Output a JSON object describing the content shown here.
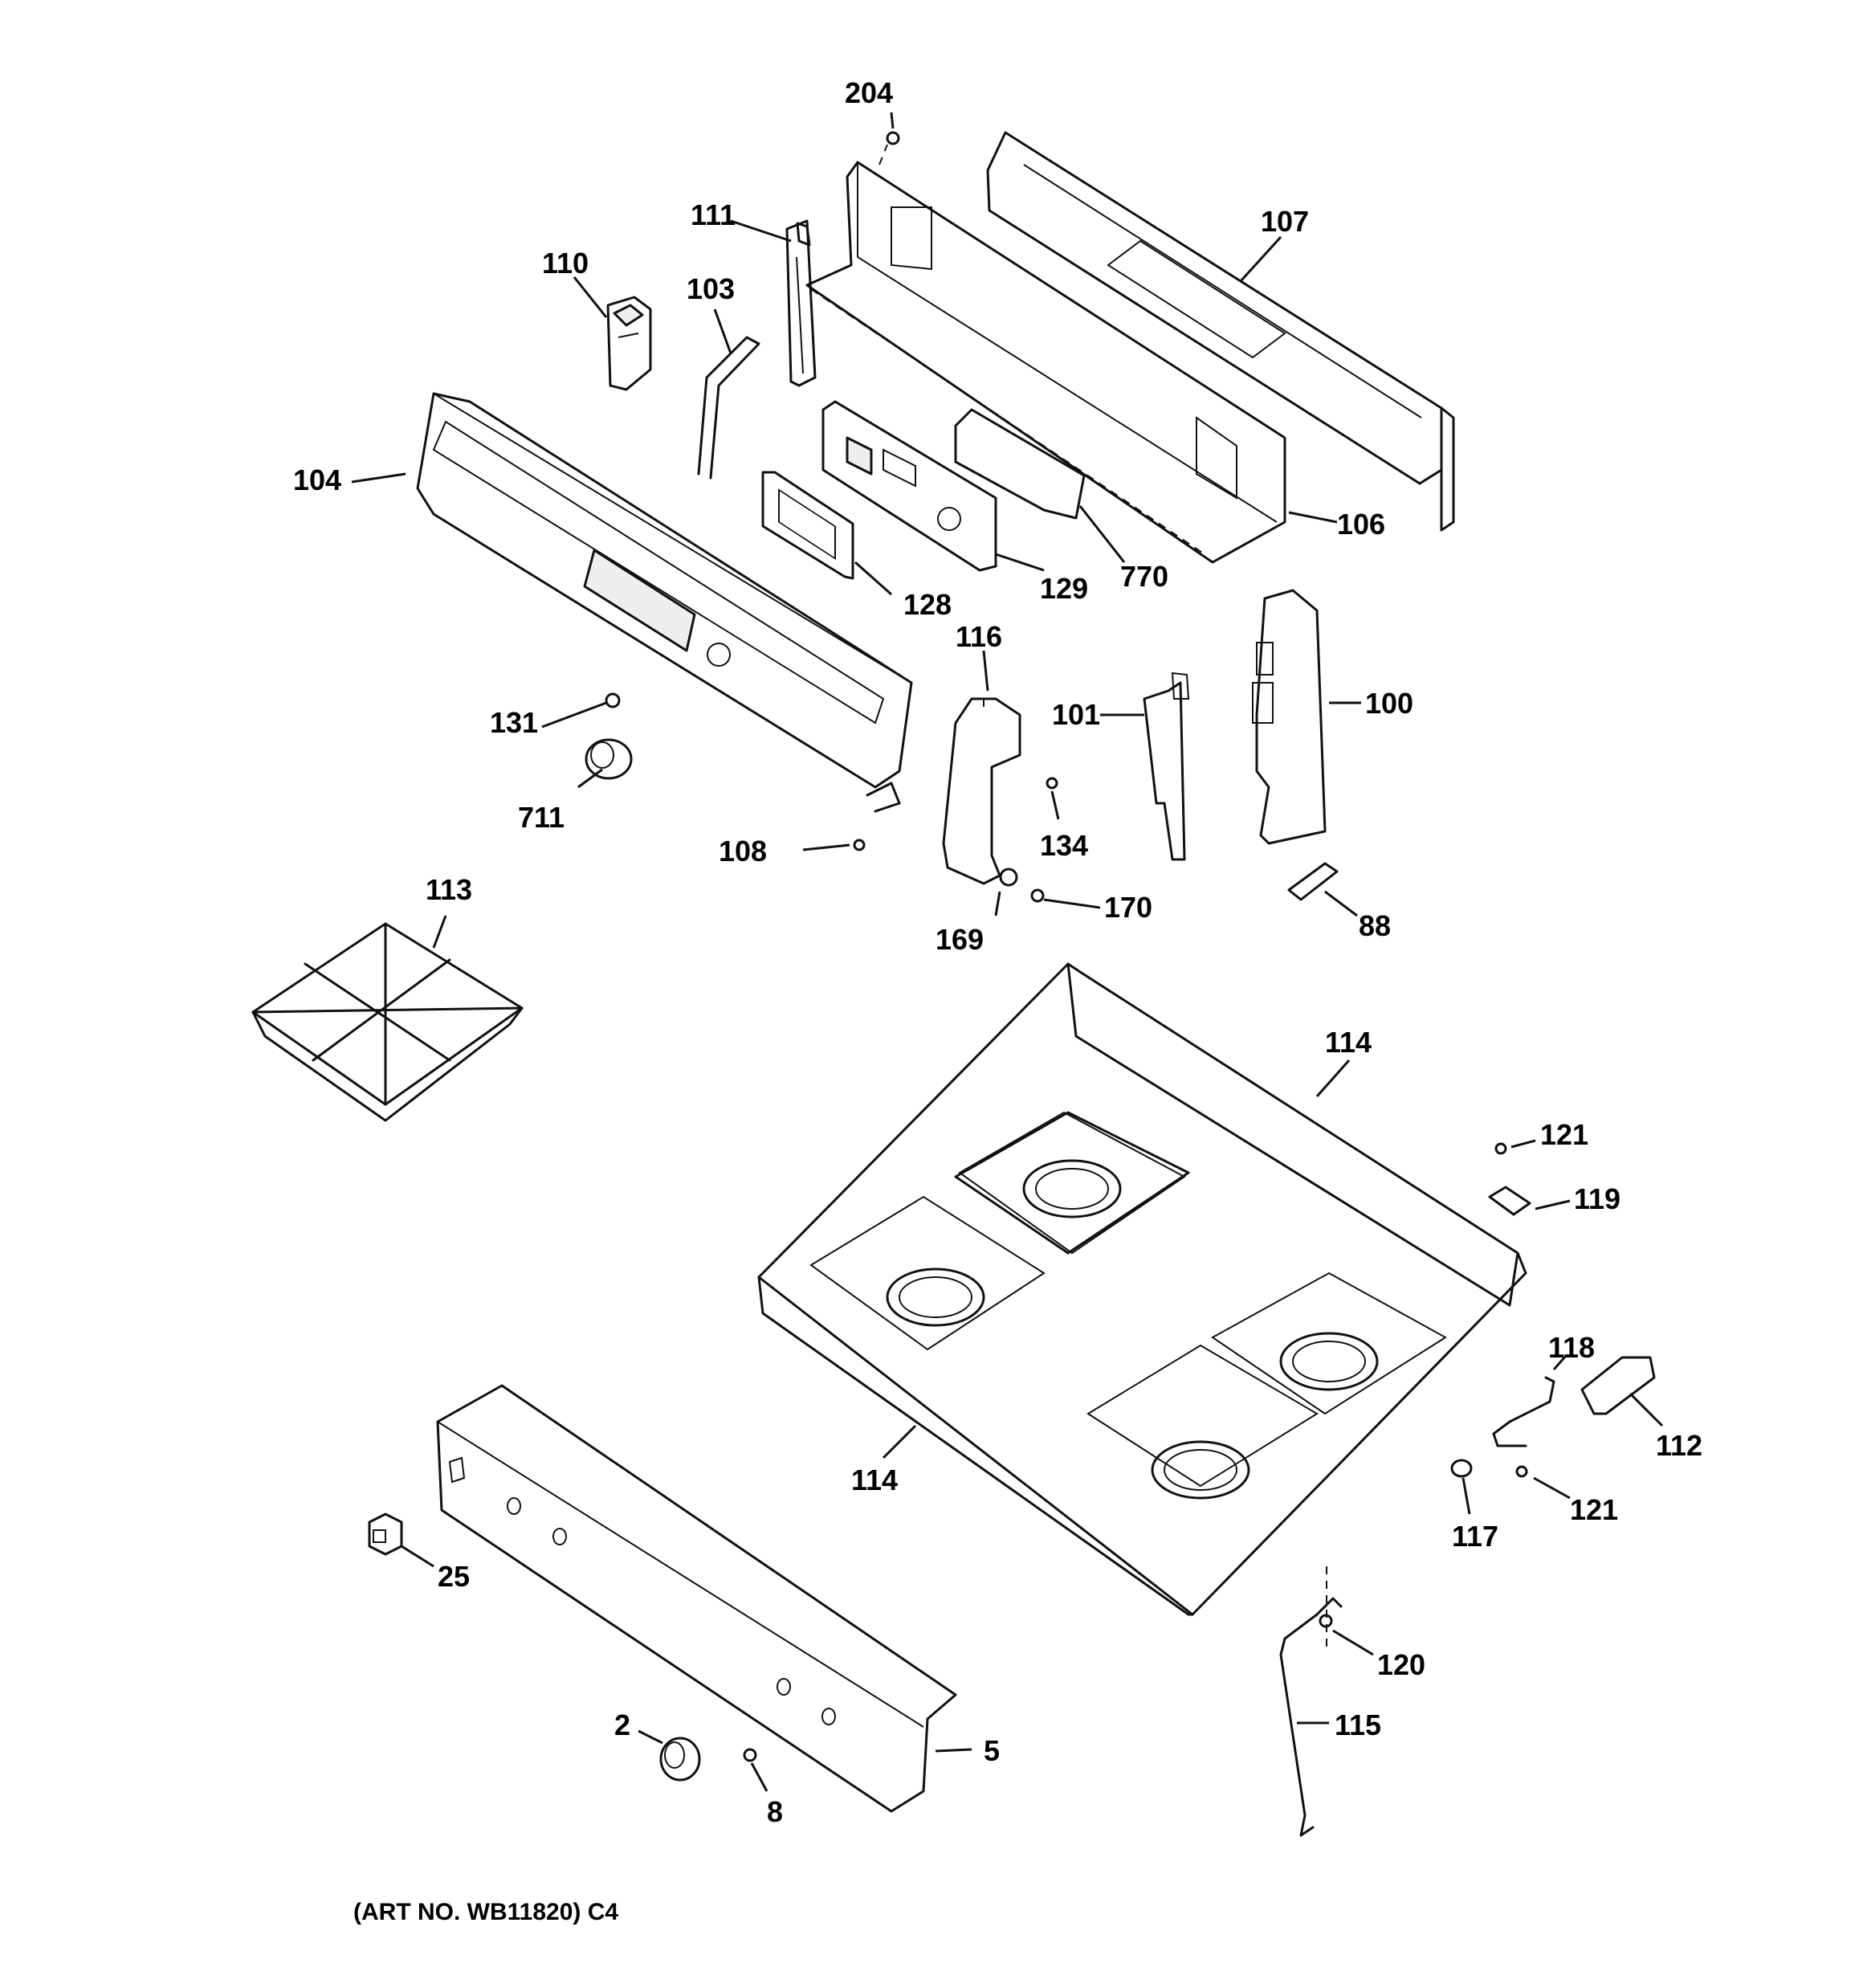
{
  "art_number": "(ART NO. WB11820) C4",
  "parts": {
    "p204": "204",
    "p111": "111",
    "p110": "110",
    "p103": "103",
    "p107": "107",
    "p104": "104",
    "p106": "106",
    "p129": "129",
    "p770": "770",
    "p128": "128",
    "p116": "116",
    "p101": "101",
    "p100": "100",
    "p131": "131",
    "p711": "711",
    "p134": "134",
    "p108": "108",
    "p170": "170",
    "p169": "169",
    "p88": "88",
    "p113": "113",
    "p114a": "114",
    "p114b": "114",
    "p121a": "121",
    "p119": "119",
    "p118": "118",
    "p112": "112",
    "p121b": "121",
    "p117": "117",
    "p25": "25",
    "p120": "120",
    "p115": "115",
    "p2": "2",
    "p5": "5",
    "p8": "8"
  }
}
